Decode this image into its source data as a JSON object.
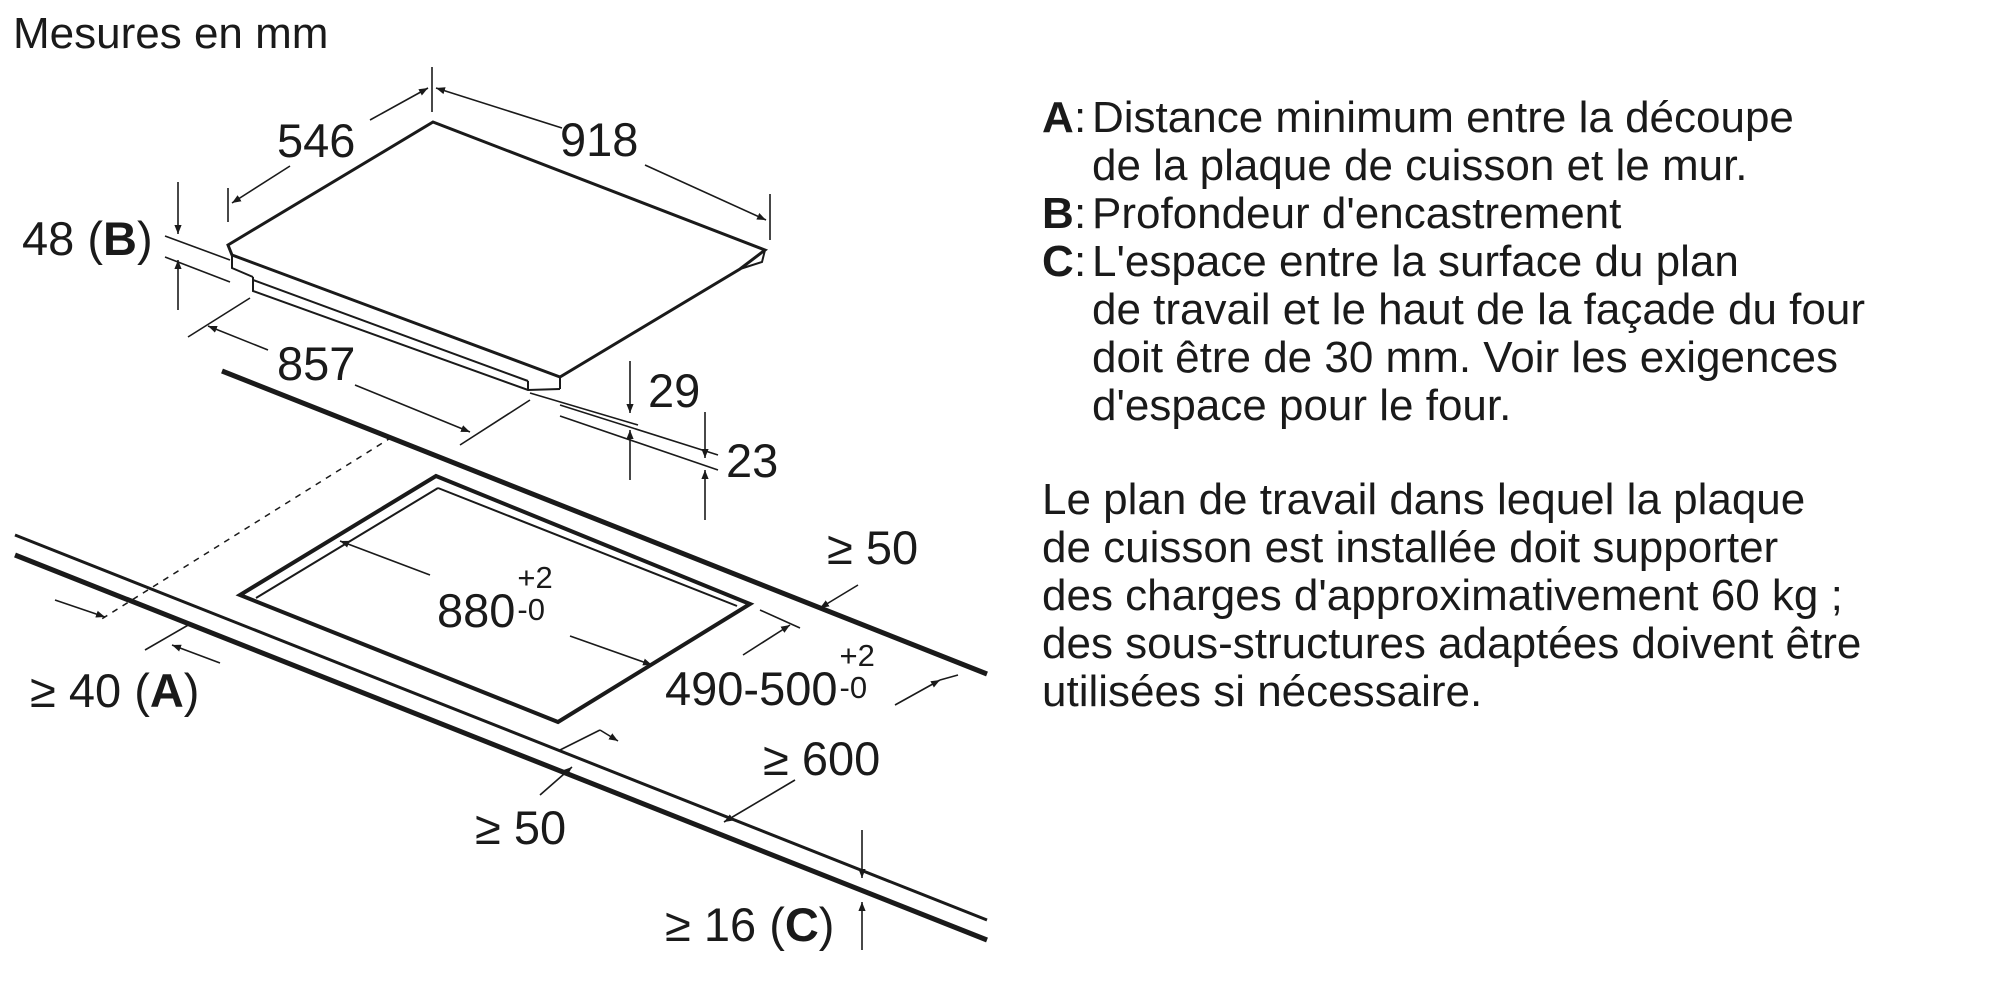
{
  "title": "Mesures en mm",
  "dimensions": {
    "depth_546": "546",
    "width_918": "918",
    "height_48": "48 (",
    "height_48_key": "B",
    "height_48_close": ")",
    "length_857": "857",
    "d_29": "29",
    "d_23": "23",
    "cutout_width": "880",
    "cutout_width_tol_plus": "+2",
    "cutout_width_tol_minus": "-0",
    "cutout_depth": "490-500",
    "cutout_depth_tol_plus": "+2",
    "cutout_depth_tol_minus": "-0",
    "back_clearance": "≥ 50",
    "worktop_depth": "≥ 600",
    "front_clearance": "≥ 50",
    "side_clearance": "≥ 40 (",
    "side_clearance_key": "A",
    "side_clearance_close": ")",
    "thickness": "≥ 16 (",
    "thickness_key": "C",
    "thickness_close": ")"
  },
  "legend": [
    {
      "key": "A",
      "text": "Distance minimum entre la découpe\nde la plaque de cuisson et le mur."
    },
    {
      "key": "B",
      "text": "Profondeur d'encastrement"
    },
    {
      "key": "C",
      "text": "L'espace entre la surface du plan\nde travail et le haut de la façade du four\ndoit être de 30 mm. Voir les exigences\nd'espace pour le four."
    }
  ],
  "note": "Le plan de travail dans lequel la plaque\nde cuisson est installée doit supporter\ndes charges d'approximativement 60 kg ;\ndes sous-structures adaptées doivent être\nutilisées si nécessaire.",
  "colors": {
    "ink": "#1a1a1a",
    "background": "#ffffff"
  }
}
